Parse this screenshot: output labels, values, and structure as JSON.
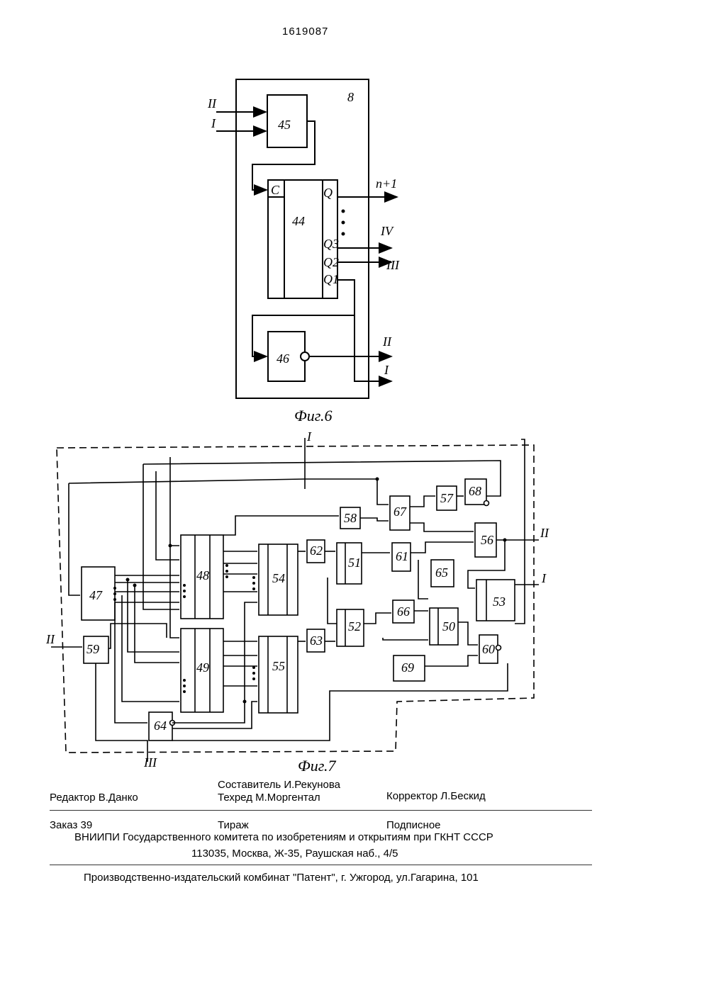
{
  "patent_number": "1619087",
  "fig6": {
    "caption": "Фиг.6",
    "block_label": "8",
    "blocks": {
      "b45": "45",
      "b44": "44",
      "b46": "46"
    },
    "pins": {
      "c": "C",
      "q": "Q",
      "q3": "Q3",
      "q2": "Q2",
      "q1": "Q1"
    },
    "inputs": {
      "in_top": "II",
      "in_bottom": "I"
    },
    "outputs": {
      "n1": "n+1",
      "iv": "IV",
      "iii": "III",
      "ii": "II",
      "i": "I"
    }
  },
  "fig7": {
    "caption": "Фиг.7",
    "blocks": {
      "b47": "47",
      "b48": "48",
      "b49": "49",
      "b50": "50",
      "b51": "51",
      "b52": "52",
      "b53": "53",
      "b54": "54",
      "b55": "55",
      "b56": "56",
      "b57": "57",
      "b58": "58",
      "b59": "59",
      "b60": "60",
      "b61": "61",
      "b62": "62",
      "b63": "63",
      "b64": "64",
      "b65": "65",
      "b66": "66",
      "b67": "67",
      "b68": "68",
      "b69": "69"
    },
    "labels": {
      "top_i": "I",
      "out_ii": "II",
      "out_i": "I",
      "in_ii": "II",
      "bottom_iii": "III"
    }
  },
  "imprint": {
    "editor": "Редактор   В.Данко",
    "compiler": "Составитель   И.Рекунова",
    "techred": "Техред М.Моргентал",
    "corrector": "Корректор  Л.Бескид",
    "order": "Заказ 39",
    "circulation": "Тираж",
    "subscription": "Подписное",
    "org": "ВНИИПИ Государственного комитета по изобретениям и открытиям при ГКНТ СССР",
    "address": "113035, Москва, Ж-35, Раушская наб., 4/5",
    "printer": "Производственно-издательский комбинат \"Патент\", г. Ужгород, ул.Гагарина, 101"
  }
}
